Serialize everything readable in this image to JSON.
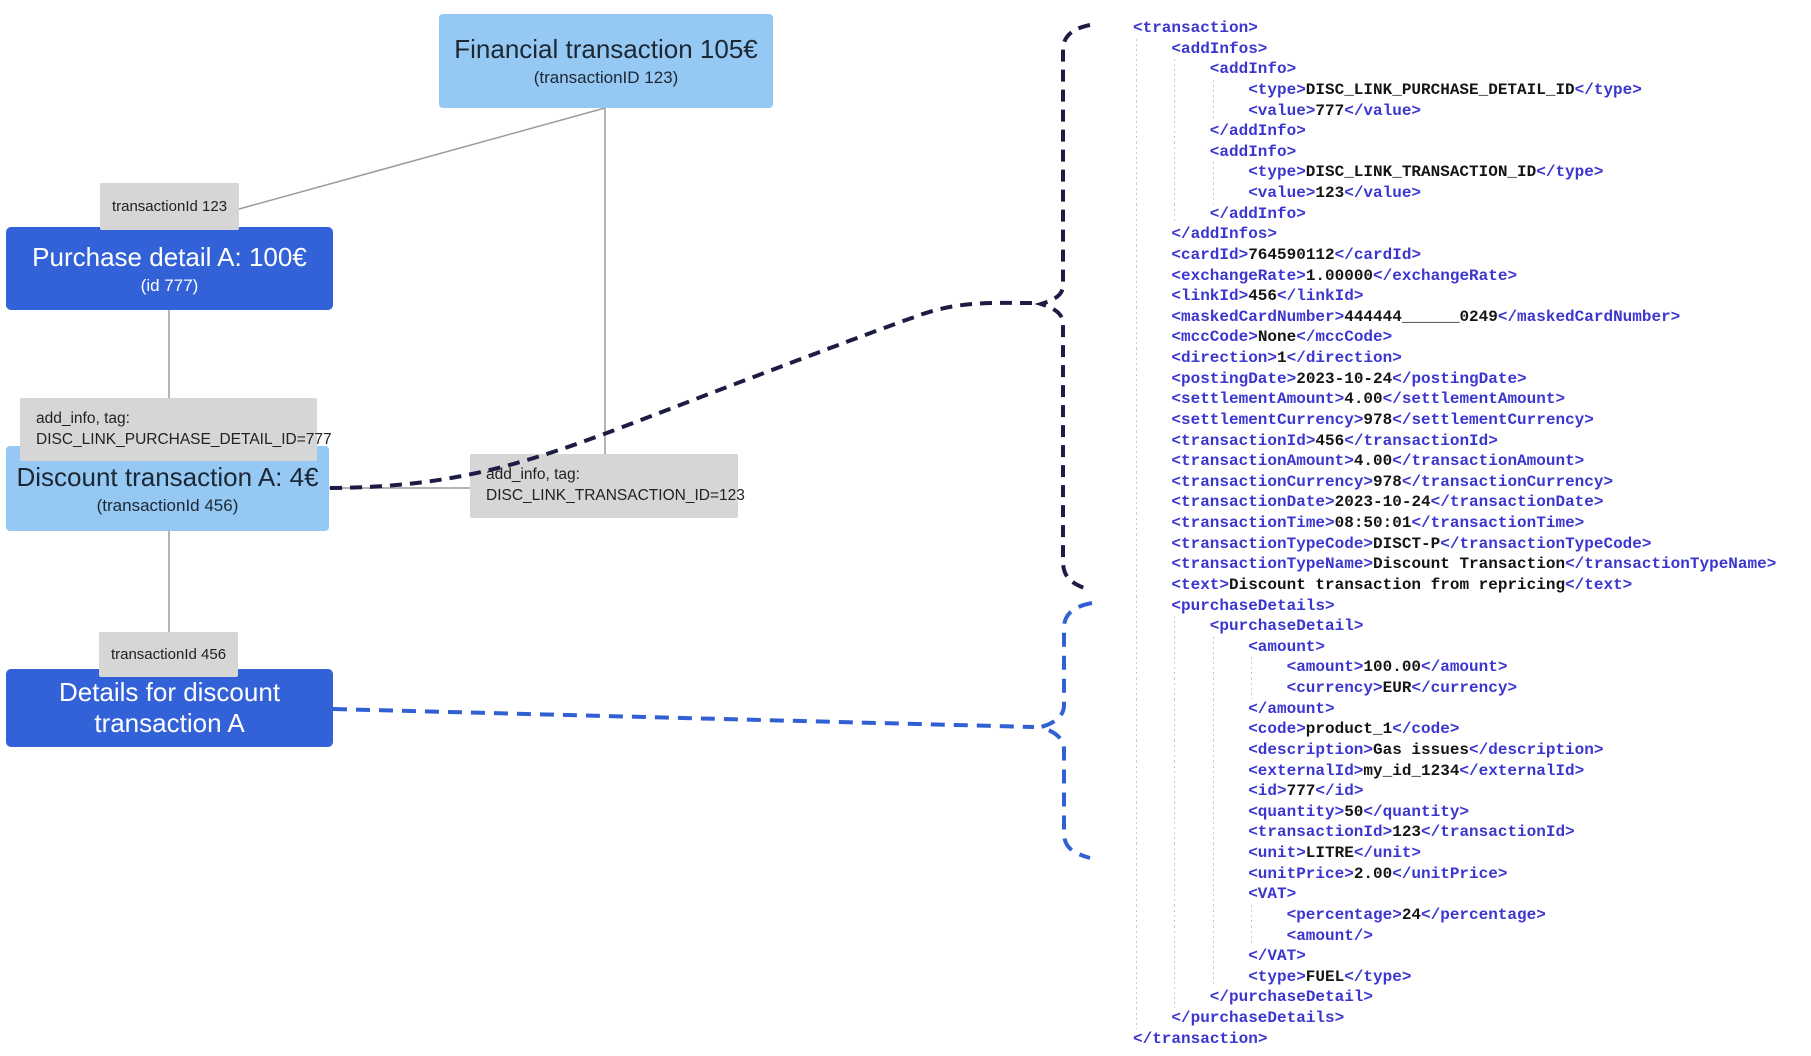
{
  "colors": {
    "light_blue_box": "#95c9f4",
    "royal_blue_box": "#3362d8",
    "gray_box": "#d6d6d6",
    "gray_line": "#9b9b9b",
    "navy_dash": "#1c1c44",
    "blue_dash": "#3060d2",
    "xml_tag": "#3b36cf",
    "xml_value": "#141414"
  },
  "diagram": {
    "financial": {
      "title": "Financial transaction 105€",
      "subtitle": "(transactionID 123)"
    },
    "purchase": {
      "title": "Purchase detail A: 100€",
      "subtitle": "(id 777)"
    },
    "discount": {
      "title": "Discount transaction A: 4€",
      "subtitle": "(transactionId 456)"
    },
    "details": {
      "title_line1": "Details for discount",
      "title_line2": "transaction A"
    },
    "label_transaction_123": "transactionId 123",
    "label_transaction_456": "transactionId 456",
    "addinfo_purchase": {
      "line1": "add_info, tag:",
      "line2": "DISC_LINK_PURCHASE_DETAIL_ID=777"
    },
    "addinfo_transaction": {
      "line1": "add_info, tag:",
      "line2": "DISC_LINK_TRANSACTION_ID=123"
    }
  },
  "xml": {
    "lines": [
      {
        "i": 0,
        "s": [
          [
            "t",
            "<transaction>"
          ]
        ]
      },
      {
        "i": 1,
        "s": [
          [
            "t",
            "<addInfos>"
          ]
        ]
      },
      {
        "i": 2,
        "s": [
          [
            "t",
            "<addInfo>"
          ]
        ]
      },
      {
        "i": 3,
        "s": [
          [
            "t",
            "<type>"
          ],
          [
            "v",
            "DISC_LINK_PURCHASE_DETAIL_ID"
          ],
          [
            "t",
            "</type>"
          ]
        ]
      },
      {
        "i": 3,
        "s": [
          [
            "t",
            "<value>"
          ],
          [
            "v",
            "777"
          ],
          [
            "t",
            "</value>"
          ]
        ]
      },
      {
        "i": 2,
        "s": [
          [
            "t",
            "</addInfo>"
          ]
        ]
      },
      {
        "i": 2,
        "s": [
          [
            "t",
            "<addInfo>"
          ]
        ]
      },
      {
        "i": 3,
        "s": [
          [
            "t",
            "<type>"
          ],
          [
            "v",
            "DISC_LINK_TRANSACTION_ID"
          ],
          [
            "t",
            "</type>"
          ]
        ]
      },
      {
        "i": 3,
        "s": [
          [
            "t",
            "<value>"
          ],
          [
            "v",
            "123"
          ],
          [
            "t",
            "</value>"
          ]
        ]
      },
      {
        "i": 2,
        "s": [
          [
            "t",
            "</addInfo>"
          ]
        ]
      },
      {
        "i": 1,
        "s": [
          [
            "t",
            "</addInfos>"
          ]
        ]
      },
      {
        "i": 1,
        "s": [
          [
            "t",
            "<cardId>"
          ],
          [
            "v",
            "764590112"
          ],
          [
            "t",
            "</cardId>"
          ]
        ]
      },
      {
        "i": 1,
        "s": [
          [
            "t",
            "<exchangeRate>"
          ],
          [
            "v",
            "1.00000"
          ],
          [
            "t",
            "</exchangeRate>"
          ]
        ]
      },
      {
        "i": 1,
        "s": [
          [
            "t",
            "<linkId>"
          ],
          [
            "v",
            "456"
          ],
          [
            "t",
            "</linkId>"
          ]
        ]
      },
      {
        "i": 1,
        "s": [
          [
            "t",
            "<maskedCardNumber>"
          ],
          [
            "v",
            "444444______0249"
          ],
          [
            "t",
            "</maskedCardNumber>"
          ]
        ]
      },
      {
        "i": 1,
        "s": [
          [
            "t",
            "<mccCode>"
          ],
          [
            "v",
            "None"
          ],
          [
            "t",
            "</mccCode>"
          ]
        ]
      },
      {
        "i": 1,
        "s": [
          [
            "t",
            "<direction>"
          ],
          [
            "v",
            "1"
          ],
          [
            "t",
            "</direction>"
          ]
        ]
      },
      {
        "i": 1,
        "s": [
          [
            "t",
            "<postingDate>"
          ],
          [
            "v",
            "2023-10-24"
          ],
          [
            "t",
            "</postingDate>"
          ]
        ]
      },
      {
        "i": 1,
        "s": [
          [
            "t",
            "<settlementAmount>"
          ],
          [
            "v",
            "4.00"
          ],
          [
            "t",
            "</settlementAmount>"
          ]
        ]
      },
      {
        "i": 1,
        "s": [
          [
            "t",
            "<settlementCurrency>"
          ],
          [
            "v",
            "978"
          ],
          [
            "t",
            "</settlementCurrency>"
          ]
        ]
      },
      {
        "i": 1,
        "s": [
          [
            "t",
            "<transactionId>"
          ],
          [
            "v",
            "456"
          ],
          [
            "t",
            "</transactionId>"
          ]
        ]
      },
      {
        "i": 1,
        "s": [
          [
            "t",
            "<transactionAmount>"
          ],
          [
            "v",
            "4.00"
          ],
          [
            "t",
            "</transactionAmount>"
          ]
        ]
      },
      {
        "i": 1,
        "s": [
          [
            "t",
            "<transactionCurrency>"
          ],
          [
            "v",
            "978"
          ],
          [
            "t",
            "</transactionCurrency>"
          ]
        ]
      },
      {
        "i": 1,
        "s": [
          [
            "t",
            "<transactionDate>"
          ],
          [
            "v",
            "2023-10-24"
          ],
          [
            "t",
            "</transactionDate>"
          ]
        ]
      },
      {
        "i": 1,
        "s": [
          [
            "t",
            "<transactionTime>"
          ],
          [
            "v",
            "08:50:01"
          ],
          [
            "t",
            "</transactionTime>"
          ]
        ]
      },
      {
        "i": 1,
        "s": [
          [
            "t",
            "<transactionTypeCode>"
          ],
          [
            "v",
            "DISCT-P"
          ],
          [
            "t",
            "</transactionTypeCode>"
          ]
        ]
      },
      {
        "i": 1,
        "s": [
          [
            "t",
            "<transactionTypeName>"
          ],
          [
            "v",
            "Discount Transaction"
          ],
          [
            "t",
            "</transactionTypeName>"
          ]
        ]
      },
      {
        "i": 1,
        "s": [
          [
            "t",
            "<text>"
          ],
          [
            "v",
            "Discount transaction from repricing"
          ],
          [
            "t",
            "</text>"
          ]
        ]
      },
      {
        "i": 1,
        "s": [
          [
            "t",
            "<purchaseDetails>"
          ]
        ]
      },
      {
        "i": 2,
        "s": [
          [
            "t",
            "<purchaseDetail>"
          ]
        ]
      },
      {
        "i": 3,
        "s": [
          [
            "t",
            "<amount>"
          ]
        ]
      },
      {
        "i": 4,
        "s": [
          [
            "t",
            "<amount>"
          ],
          [
            "v",
            "100.00"
          ],
          [
            "t",
            "</amount>"
          ]
        ]
      },
      {
        "i": 4,
        "s": [
          [
            "t",
            "<currency>"
          ],
          [
            "v",
            "EUR"
          ],
          [
            "t",
            "</currency>"
          ]
        ]
      },
      {
        "i": 3,
        "s": [
          [
            "t",
            "</amount>"
          ]
        ]
      },
      {
        "i": 3,
        "s": [
          [
            "t",
            "<code>"
          ],
          [
            "v",
            "product_1"
          ],
          [
            "t",
            "</code>"
          ]
        ]
      },
      {
        "i": 3,
        "s": [
          [
            "t",
            "<description>"
          ],
          [
            "v",
            "Gas issues"
          ],
          [
            "t",
            "</description>"
          ]
        ]
      },
      {
        "i": 3,
        "s": [
          [
            "t",
            "<externalId>"
          ],
          [
            "v",
            "my_id_1234"
          ],
          [
            "t",
            "</externalId>"
          ]
        ]
      },
      {
        "i": 3,
        "s": [
          [
            "t",
            "<id>"
          ],
          [
            "v",
            "777"
          ],
          [
            "t",
            "</id>"
          ]
        ]
      },
      {
        "i": 3,
        "s": [
          [
            "t",
            "<quantity>"
          ],
          [
            "v",
            "50"
          ],
          [
            "t",
            "</quantity>"
          ]
        ]
      },
      {
        "i": 3,
        "s": [
          [
            "t",
            "<transactionId>"
          ],
          [
            "v",
            "123"
          ],
          [
            "t",
            "</transactionId>"
          ]
        ]
      },
      {
        "i": 3,
        "s": [
          [
            "t",
            "<unit>"
          ],
          [
            "v",
            "LITRE"
          ],
          [
            "t",
            "</unit>"
          ]
        ]
      },
      {
        "i": 3,
        "s": [
          [
            "t",
            "<unitPrice>"
          ],
          [
            "v",
            "2.00"
          ],
          [
            "t",
            "</unitPrice>"
          ]
        ]
      },
      {
        "i": 3,
        "s": [
          [
            "t",
            "<VAT>"
          ]
        ]
      },
      {
        "i": 4,
        "s": [
          [
            "t",
            "<percentage>"
          ],
          [
            "v",
            "24"
          ],
          [
            "t",
            "</percentage>"
          ]
        ]
      },
      {
        "i": 4,
        "s": [
          [
            "t",
            "<amount/>"
          ]
        ]
      },
      {
        "i": 3,
        "s": [
          [
            "t",
            "</VAT>"
          ]
        ]
      },
      {
        "i": 3,
        "s": [
          [
            "t",
            "<type>"
          ],
          [
            "v",
            "FUEL"
          ],
          [
            "t",
            "</type>"
          ]
        ]
      },
      {
        "i": 2,
        "s": [
          [
            "t",
            "</purchaseDetail>"
          ]
        ]
      },
      {
        "i": 1,
        "s": [
          [
            "t",
            "</purchaseDetails>"
          ]
        ]
      },
      {
        "i": 0,
        "s": [
          [
            "t",
            "</transaction>"
          ]
        ]
      }
    ]
  }
}
